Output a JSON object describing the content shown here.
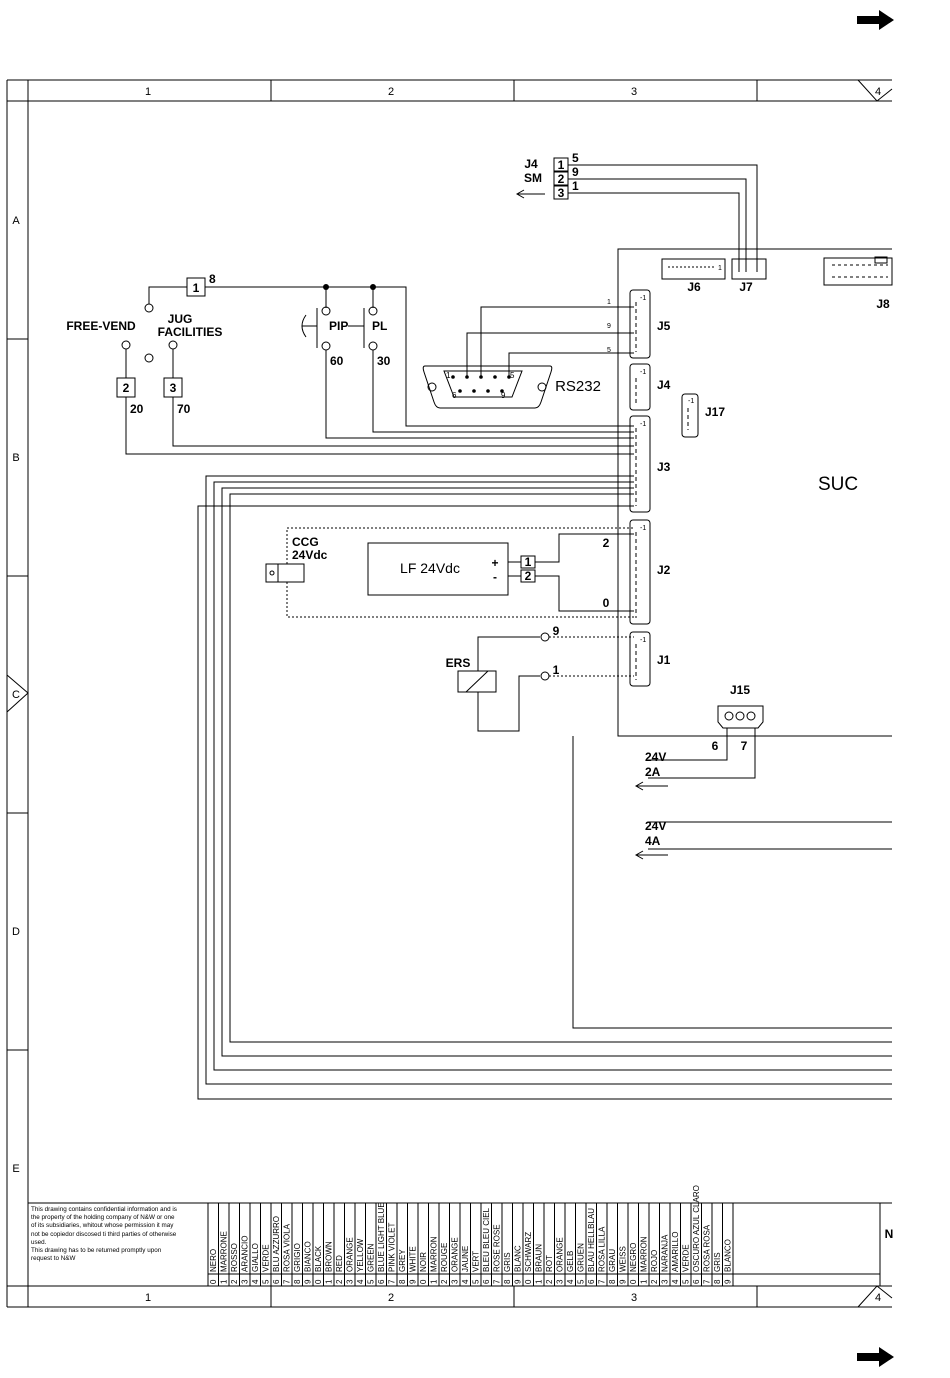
{
  "ruler": {
    "columns": [
      "1",
      "2",
      "3",
      "4"
    ],
    "rows": [
      "A",
      "B",
      "C",
      "D",
      "E"
    ]
  },
  "labels": {
    "j4_sm_num": "J4",
    "j4_sm_sub": "SM",
    "j6": "J6",
    "j7": "J7",
    "j8": "J8",
    "j5": "J5",
    "j4": "J4",
    "j17": "J17",
    "j3": "J3",
    "j2": "J2",
    "j1": "J1",
    "j15": "J15",
    "rs232": "RS232",
    "suc": "SUC",
    "free_vend": "FREE-VEND",
    "jug_line1": "JUG",
    "jug_line2": "FACILITIES",
    "pip": "PIP",
    "pl": "PL",
    "ccg_line1": "CCG",
    "ccg_line2": "24Vdc",
    "lf": "LF 24Vdc",
    "ers": "ERS",
    "v24_2a_line1": "24V",
    "v24_2a_line2": "2A",
    "v24_4a_line1": "24V",
    "v24_4a_line2": "4A",
    "plus": "+",
    "minus": "-",
    "n_cut": "N"
  },
  "boxes": {
    "b1": "1",
    "b2": "2",
    "b3": "3",
    "sm1": "1",
    "sm2": "2",
    "sm3": "3",
    "lf1": "1",
    "lf2": "2"
  },
  "wire_numbers": {
    "w8": "8",
    "w20": "20",
    "w70": "70",
    "w60": "60",
    "w30": "30",
    "sm5": "5",
    "sm9": "9",
    "sm1": "1",
    "j5_1": "1",
    "j5_9": "9",
    "j5_5": "5",
    "j2_2": "2",
    "j2_0": "0",
    "j1_9": "9",
    "j1_1": "1",
    "j15_6": "6",
    "j15_7": "7",
    "pin_m1": "-1",
    "db_1": "1",
    "db_5": "5",
    "db_6": "6",
    "db_9": "9"
  },
  "notice": [
    "This drawing contains confidential information and is",
    "the property of the holding company of N&W or one",
    "of its subsidiaries, whitout whose permission it may",
    "not be copiedor discosed ti third parties of otherwise",
    "used.",
    "This drawing has to be returned promptly upon",
    "request to N&W"
  ],
  "color_table": [
    {
      "n": "0",
      "name": "NERO"
    },
    {
      "n": "1",
      "name": "MARRONE"
    },
    {
      "n": "2",
      "name": "ROSSO"
    },
    {
      "n": "3",
      "name": "ARANCIO"
    },
    {
      "n": "4",
      "name": "GIALLO"
    },
    {
      "n": "5",
      "name": "VERDE"
    },
    {
      "n": "6",
      "name": "BLU AZZURRO"
    },
    {
      "n": "7",
      "name": "ROSA VIOLA"
    },
    {
      "n": "8",
      "name": "GRIGIO"
    },
    {
      "n": "9",
      "name": "BIANCO"
    },
    {
      "n": "0",
      "name": "BLACK"
    },
    {
      "n": "1",
      "name": "BROWN"
    },
    {
      "n": "2",
      "name": "RED"
    },
    {
      "n": "3",
      "name": "ORANGE"
    },
    {
      "n": "4",
      "name": "YELLOW"
    },
    {
      "n": "5",
      "name": "GREEN"
    },
    {
      "n": "6",
      "name": "BLUE LIGHT BLUE"
    },
    {
      "n": "7",
      "name": "PINK VIOLET"
    },
    {
      "n": "8",
      "name": "GREY"
    },
    {
      "n": "9",
      "name": "WHITE"
    },
    {
      "n": "0",
      "name": "NOIR"
    },
    {
      "n": "1",
      "name": "MARRON"
    },
    {
      "n": "2",
      "name": "ROUGE"
    },
    {
      "n": "3",
      "name": "ORANGE"
    },
    {
      "n": "4",
      "name": "JAUNE"
    },
    {
      "n": "5",
      "name": "VERT"
    },
    {
      "n": "6",
      "name": "BLEU BLEU CIEL"
    },
    {
      "n": "7",
      "name": "ROSE ROSE"
    },
    {
      "n": "8",
      "name": "GRIS"
    },
    {
      "n": "9",
      "name": "BLANC"
    },
    {
      "n": "0",
      "name": "SCHWARZ"
    },
    {
      "n": "1",
      "name": "BRAUN"
    },
    {
      "n": "2",
      "name": "ROT"
    },
    {
      "n": "3",
      "name": "ORANGE"
    },
    {
      "n": "4",
      "name": "GELB"
    },
    {
      "n": "5",
      "name": "GRUEN"
    },
    {
      "n": "6",
      "name": "BLAU HELLBLAU"
    },
    {
      "n": "7",
      "name": "ROSA LILLA"
    },
    {
      "n": "8",
      "name": "GRAU"
    },
    {
      "n": "9",
      "name": "WEISS"
    },
    {
      "n": "0",
      "name": "NEGRO"
    },
    {
      "n": "1",
      "name": "MARRON"
    },
    {
      "n": "2",
      "name": "ROJO"
    },
    {
      "n": "3",
      "name": "NARANJA"
    },
    {
      "n": "4",
      "name": "AMARILLO"
    },
    {
      "n": "5",
      "name": "VERDE"
    },
    {
      "n": "6",
      "name": "OSCURO AZUL CLARO"
    },
    {
      "n": "7",
      "name": "ROSA ROSA"
    },
    {
      "n": "8",
      "name": "GRIS"
    },
    {
      "n": "9",
      "name": "BLANCO"
    }
  ],
  "icons": {
    "page_arrow_top": "right-arrow-icon",
    "page_arrow_bottom": "right-arrow-icon"
  }
}
